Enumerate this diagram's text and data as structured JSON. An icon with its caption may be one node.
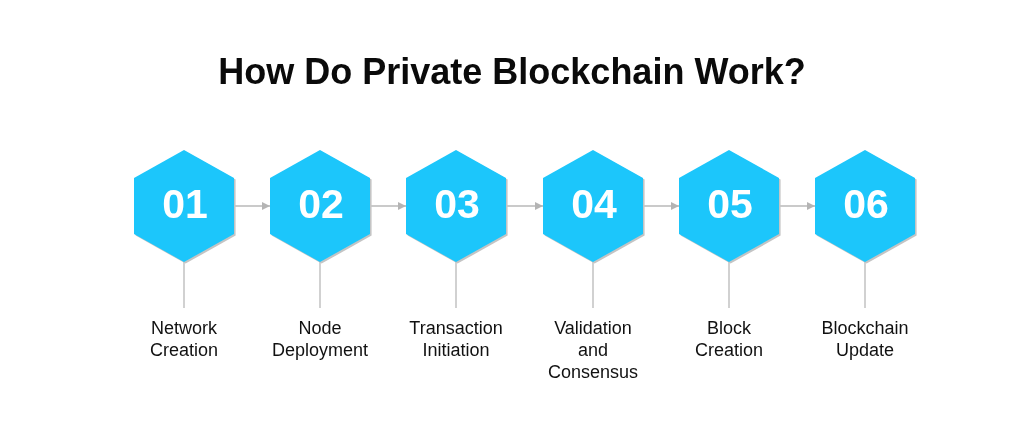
{
  "diagram": {
    "title": "How Do Private Blockchain Work?",
    "nodes": [
      {
        "text": [
          "01"
        ]
      },
      {
        "text": [
          "Network Creation"
        ]
      },
      {
        "text": [
          "02"
        ]
      },
      {
        "text": [
          "Node Deployment"
        ]
      },
      {
        "text": [
          "03"
        ]
      },
      {
        "text": [
          "Transaction Initiation"
        ]
      },
      {
        "text": [
          "04"
        ]
      },
      {
        "text": [
          "Validation and Consensus"
        ]
      },
      {
        "text": [
          "05"
        ]
      },
      {
        "text": [
          "Block Creation"
        ]
      },
      {
        "text": [
          "06"
        ]
      },
      {
        "text": [
          "Blockchain Update"
        ]
      }
    ],
    "edges": [
      {
        "from": 0,
        "to": 2,
        "arrow": "to"
      },
      {
        "from": 2,
        "to": 4,
        "arrow": "to"
      },
      {
        "from": 4,
        "to": 6,
        "arrow": "to"
      },
      {
        "from": 6,
        "to": 8,
        "arrow": "to"
      },
      {
        "from": 8,
        "to": 10,
        "arrow": "to"
      },
      {
        "from": 0,
        "to": 1,
        "arrow": "none"
      },
      {
        "from": 2,
        "to": 3,
        "arrow": "none"
      },
      {
        "from": 4,
        "to": 5,
        "arrow": "none"
      },
      {
        "from": 6,
        "to": 7,
        "arrow": "none"
      },
      {
        "from": 8,
        "to": 9,
        "arrow": "none"
      },
      {
        "from": 10,
        "to": 11,
        "arrow": "none"
      }
    ]
  }
}
